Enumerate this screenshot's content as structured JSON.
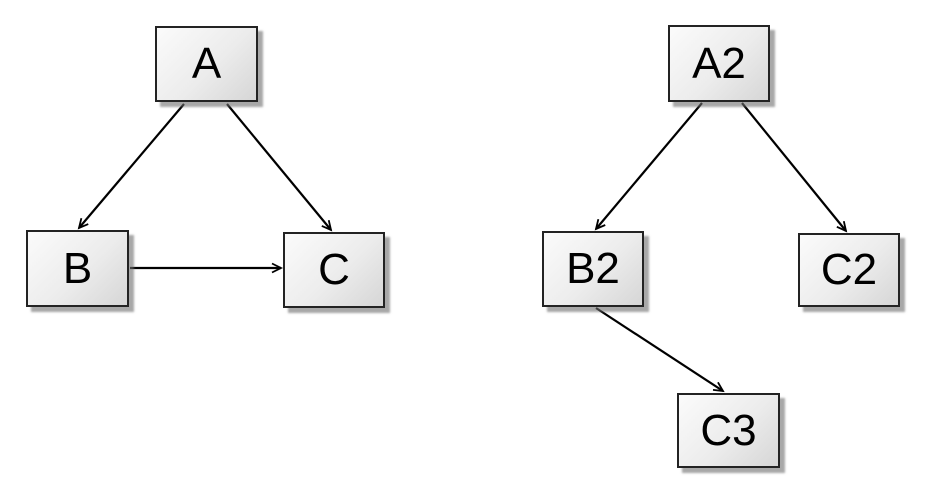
{
  "graphs": [
    {
      "name": "left-graph",
      "nodes": [
        {
          "id": "A",
          "label": "A"
        },
        {
          "id": "B",
          "label": "B"
        },
        {
          "id": "C",
          "label": "C"
        }
      ],
      "edges": [
        {
          "from": "A",
          "to": "B"
        },
        {
          "from": "A",
          "to": "C"
        },
        {
          "from": "B",
          "to": "C"
        }
      ]
    },
    {
      "name": "right-graph",
      "nodes": [
        {
          "id": "A2",
          "label": "A2"
        },
        {
          "id": "B2",
          "label": "B2"
        },
        {
          "id": "C2",
          "label": "C2"
        },
        {
          "id": "C3",
          "label": "C3"
        }
      ],
      "edges": [
        {
          "from": "A2",
          "to": "B2"
        },
        {
          "from": "A2",
          "to": "C2"
        },
        {
          "from": "B2",
          "to": "C3"
        }
      ]
    }
  ],
  "colors": {
    "background": "#ffffff",
    "node_fill_light": "#fbfbfb",
    "node_fill_dark": "#d6d6d6",
    "node_border": "#232323",
    "node_shadow": "#b0b0b0",
    "edge_stroke": "#000000",
    "text": "#000000"
  }
}
